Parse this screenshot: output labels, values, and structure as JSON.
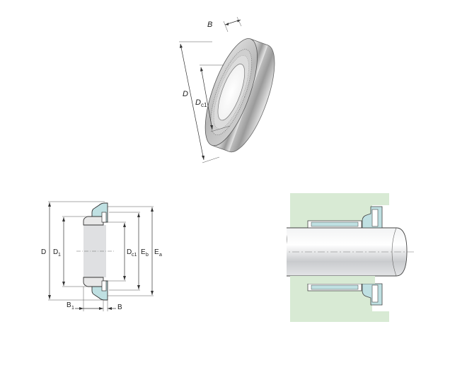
{
  "figure_3d": {
    "labels": {
      "B": "B",
      "D": "D",
      "Dc1_main": "D",
      "Dc1_sub": "c1"
    }
  },
  "figure_section": {
    "labels": {
      "D": "D",
      "D1_main": "D",
      "D1_sub": "1",
      "Dc1_main": "D",
      "Dc1_sub": "c1",
      "Eb_main": "E",
      "Eb_sub": "b",
      "Ea_main": "E",
      "Ea_sub": "a",
      "B1_main": "B",
      "B1_sub": "1",
      "B": "B"
    }
  },
  "figure_mounting": {
    "colors": {
      "housing": "#d8ead4",
      "shaft": "#d9dadd",
      "washer": "#bfe0e2"
    }
  }
}
